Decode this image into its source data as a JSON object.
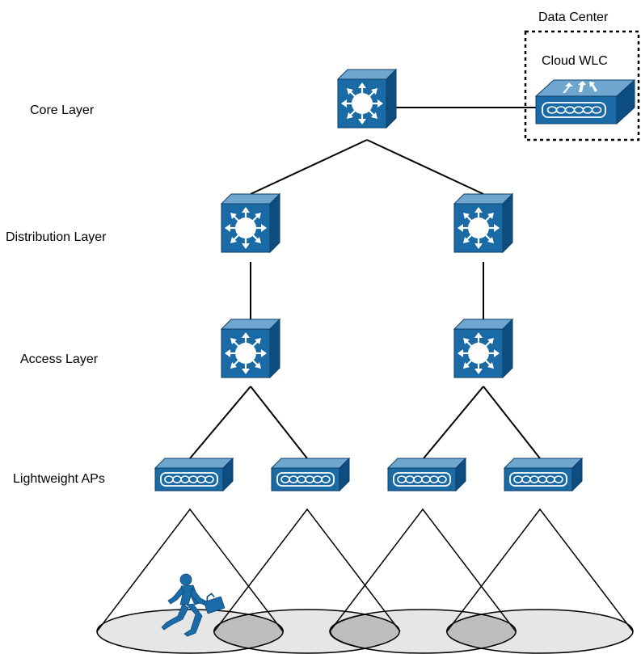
{
  "labels": {
    "core": "Core Layer",
    "distribution": "Distribution Layer",
    "access": "Access Layer",
    "aps": "Lightweight APs"
  },
  "data_center": {
    "title": "Data Center",
    "wlc_label": "Cloud WLC"
  },
  "icons": {
    "switch": "multilayer-switch-icon",
    "access_point": "lightweight-ap-icon",
    "controller": "wireless-lan-controller-icon",
    "user": "running-person-with-briefcase-icon"
  },
  "colors": {
    "device_front": "#1a6aa5",
    "device_top": "#6fa6cf",
    "device_side": "#0d4d80",
    "cell_fill": "#e6e6e6",
    "overlap_fill": "#bdbdbd",
    "person": "#1b6ba8"
  }
}
